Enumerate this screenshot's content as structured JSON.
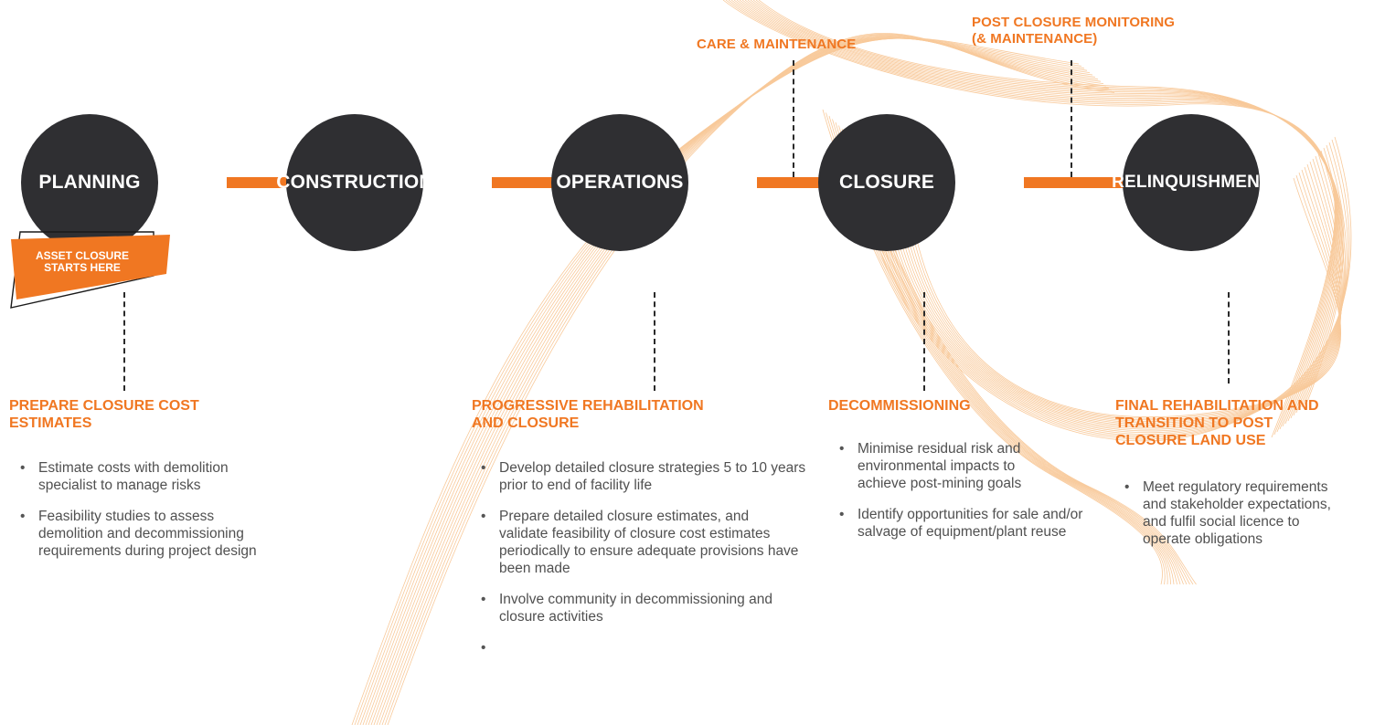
{
  "stages": [
    {
      "id": "planning",
      "label": "PLANNING"
    },
    {
      "id": "construction",
      "label": "CONSTRUCTION"
    },
    {
      "id": "operations",
      "label": "OPERATIONS"
    },
    {
      "id": "closure",
      "label": "CLOSURE"
    },
    {
      "id": "relinquishment",
      "label": "RELINQUISHMENT"
    }
  ],
  "badge": {
    "text": "ASSET CLOSURE STARTS HERE"
  },
  "top_labels": {
    "care_maintenance": "CARE & MAINTENANCE",
    "post_closure_line1": "POST CLOSURE MONITORING",
    "post_closure_line2": "(& MAINTENANCE)"
  },
  "sections": [
    {
      "title_line1": "PREPARE CLOSURE COST",
      "title_line2": "ESTIMATES",
      "bullets": [
        "Estimate costs with demolition specialist to manage risks",
        "Feasibility studies to assess demolition and decommissioning requirements during project design"
      ]
    },
    {
      "title_line1": "PROGRESSIVE REHABILITATION",
      "title_line2": "AND CLOSURE",
      "bullets": [
        "Develop detailed closure strategies 5 to 10 years prior to end of facility life",
        "Prepare detailed closure estimates, and validate feasibility of closure cost estimates periodically to ensure adequate provisions have been made",
        "Involve community in decommissioning and closure activities",
        ""
      ]
    },
    {
      "title_line1": "DECOMMISSIONING",
      "bullets": [
        "Minimise residual risk and environmental impacts to achieve post-mining goals",
        "Identify opportunities for sale and/or salvage of equipment/plant reuse"
      ]
    },
    {
      "title_line1": "FINAL REHABILITATION AND",
      "title_line2": "TRANSITION TO POST",
      "title_line3": "CLOSURE LAND USE",
      "bullets": [
        "Meet regulatory requirements and stakeholder expectations, and fulfil social licence to operate obligations"
      ]
    }
  ],
  "colors": {
    "accent": "#f07722",
    "circle": "#2f2f32",
    "wave": "#f7c089"
  }
}
